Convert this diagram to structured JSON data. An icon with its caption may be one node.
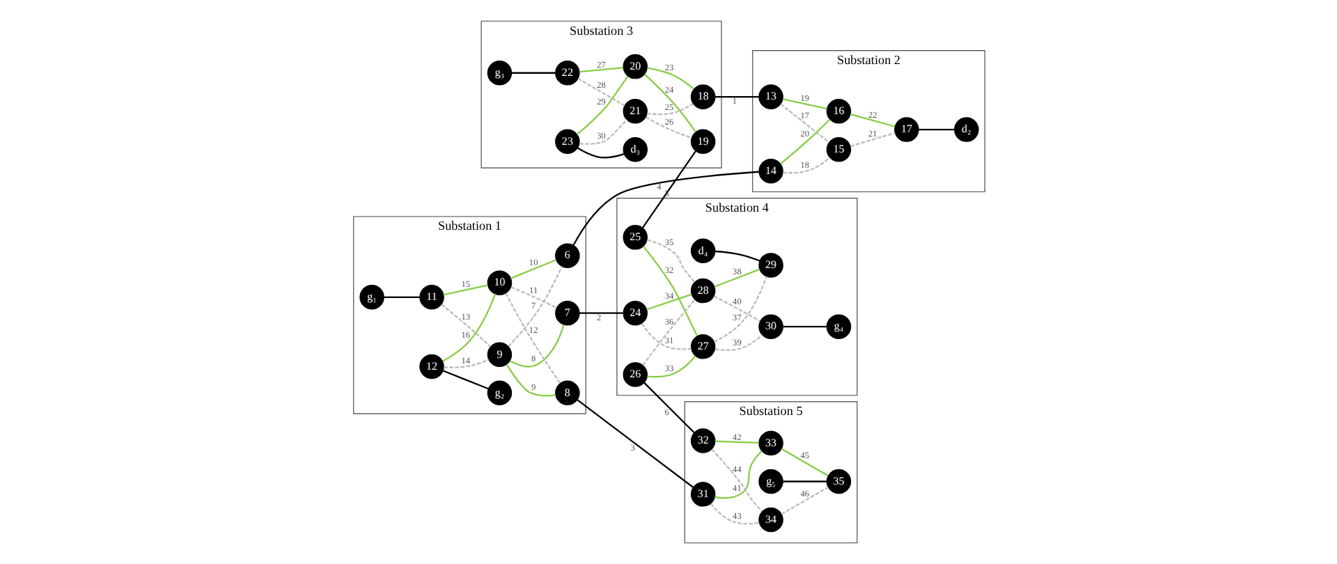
{
  "diagram": {
    "nodes": [
      {
        "text": [
          "Substation 1"
        ]
      },
      {
        "text": [
          "g₁"
        ],
        "in": 0
      },
      {
        "text": [
          "11"
        ],
        "in": 0
      },
      {
        "text": [
          "9"
        ],
        "in": 0
      },
      {
        "text": [
          "6"
        ],
        "in": 0
      },
      {
        "text": [
          "7"
        ],
        "in": 0
      },
      {
        "text": [
          "12"
        ],
        "in": 0
      },
      {
        "text": [
          "10"
        ],
        "in": 0
      },
      {
        "text": [
          "8"
        ],
        "in": 0
      },
      {
        "text": [
          "g₂"
        ],
        "in": 0
      },
      {
        "text": [
          "Substation 4"
        ]
      },
      {
        "text": [
          "24"
        ],
        "in": 10
      },
      {
        "text": [
          "d₄"
        ],
        "in": 10
      },
      {
        "text": [
          "27"
        ],
        "in": 10
      },
      {
        "text": [
          "29"
        ],
        "in": 10
      },
      {
        "text": [
          "25"
        ],
        "in": 10
      },
      {
        "text": [
          "28"
        ],
        "in": 10
      },
      {
        "text": [
          "30"
        ],
        "in": 10
      },
      {
        "text": [
          "26"
        ],
        "in": 10
      },
      {
        "text": [
          "g₄"
        ],
        "in": 10
      },
      {
        "text": [
          "Substation 2"
        ]
      },
      {
        "text": [
          "13"
        ],
        "in": 20
      },
      {
        "text": [
          "15"
        ],
        "in": 20
      },
      {
        "text": [
          "17"
        ],
        "in": 20
      },
      {
        "text": [
          "14"
        ],
        "in": 20
      },
      {
        "text": [
          "16"
        ],
        "in": 20
      },
      {
        "text": [
          "d₂"
        ],
        "in": 20
      },
      {
        "text": [
          "Substation 3"
        ]
      },
      {
        "text": [
          "g₃"
        ],
        "in": 27
      },
      {
        "text": [
          "22"
        ],
        "in": 27
      },
      {
        "text": [
          "20"
        ],
        "in": 27
      },
      {
        "text": [
          "18"
        ],
        "in": 27
      },
      {
        "text": [
          "23"
        ],
        "in": 27
      },
      {
        "text": [
          "21"
        ],
        "in": 27
      },
      {
        "text": [
          "19"
        ],
        "in": 27
      },
      {
        "text": [
          "d₃"
        ],
        "in": 27
      },
      {
        "text": [
          "Substation 5"
        ]
      },
      {
        "text": [
          "31"
        ],
        "in": 36
      },
      {
        "text": [
          "g₅"
        ],
        "in": 36
      },
      {
        "text": [
          "33"
        ],
        "in": 36
      },
      {
        "text": [
          "35"
        ],
        "in": 36
      },
      {
        "text": [
          "34"
        ],
        "in": 36
      },
      {
        "text": [
          "32"
        ],
        "in": 36
      }
    ],
    "edges": [
      {
        "from": 31,
        "to": 21,
        "arrow": "none",
        "label": "1",
        "color": "#000000"
      },
      {
        "from": 5,
        "to": 11,
        "arrow": "none",
        "label": "2",
        "color": "#000000"
      },
      {
        "from": 8,
        "to": 37,
        "arrow": "none",
        "label": "3",
        "color": "#000000"
      },
      {
        "from": 4,
        "to": 24,
        "arrow": "none",
        "label": "4",
        "color": "#000000"
      },
      {
        "from": 15,
        "to": 34,
        "arrow": "none",
        "label": "5",
        "color": "#000000"
      },
      {
        "from": 18,
        "to": 42,
        "arrow": "none",
        "label": "6",
        "color": "#000000"
      },
      {
        "from": 3,
        "to": 4,
        "arrow": "none",
        "label": "7",
        "style": "dashed",
        "color": "#bbbbbb"
      },
      {
        "from": 3,
        "to": 5,
        "arrow": "none",
        "label": "8",
        "color": "#88cc44"
      },
      {
        "from": 3,
        "to": 8,
        "arrow": "none",
        "label": "9",
        "color": "#88cc44"
      },
      {
        "from": 7,
        "to": 4,
        "arrow": "none",
        "label": "10",
        "color": "#88cc44"
      },
      {
        "from": 7,
        "to": 5,
        "arrow": "none",
        "label": "11",
        "style": "dashed",
        "color": "#bbbbbb"
      },
      {
        "from": 7,
        "to": 8,
        "arrow": "none",
        "label": "12",
        "style": "dashed",
        "color": "#bbbbbb"
      },
      {
        "from": 2,
        "to": 3,
        "arrow": "none",
        "label": "13",
        "style": "dashed",
        "color": "#bbbbbb"
      },
      {
        "from": 6,
        "to": 3,
        "arrow": "none",
        "label": "14",
        "style": "dashed",
        "color": "#bbbbbb"
      },
      {
        "from": 2,
        "to": 7,
        "arrow": "none",
        "label": "15",
        "color": "#88cc44"
      },
      {
        "from": 6,
        "to": 7,
        "arrow": "none",
        "label": "16",
        "color": "#88cc44"
      },
      {
        "from": 21,
        "to": 22,
        "arrow": "none",
        "label": "17",
        "style": "dashed",
        "color": "#bbbbbb"
      },
      {
        "from": 24,
        "to": 22,
        "arrow": "none",
        "label": "18",
        "style": "dashed",
        "color": "#bbbbbb"
      },
      {
        "from": 21,
        "to": 25,
        "arrow": "none",
        "label": "19",
        "color": "#88cc44"
      },
      {
        "from": 24,
        "to": 25,
        "arrow": "none",
        "label": "20",
        "color": "#88cc44"
      },
      {
        "from": 22,
        "to": 23,
        "arrow": "none",
        "label": "21",
        "style": "dashed",
        "color": "#bbbbbb"
      },
      {
        "from": 25,
        "to": 23,
        "arrow": "none",
        "label": "22",
        "color": "#88cc44"
      },
      {
        "from": 30,
        "to": 31,
        "arrow": "none",
        "label": "23",
        "color": "#88cc44"
      },
      {
        "from": 30,
        "to": 34,
        "arrow": "none",
        "label": "24",
        "color": "#88cc44"
      },
      {
        "from": 33,
        "to": 31,
        "arrow": "none",
        "label": "25",
        "style": "dashed",
        "color": "#bbbbbb"
      },
      {
        "from": 33,
        "to": 34,
        "arrow": "none",
        "label": "26",
        "style": "dashed",
        "color": "#bbbbbb"
      },
      {
        "from": 29,
        "to": 30,
        "arrow": "none",
        "label": "27",
        "color": "#88cc44"
      },
      {
        "from": 29,
        "to": 33,
        "arrow": "none",
        "label": "28",
        "style": "dashed",
        "color": "#bbbbbb"
      },
      {
        "from": 32,
        "to": 30,
        "arrow": "none",
        "label": "29",
        "color": "#88cc44"
      },
      {
        "from": 32,
        "to": 33,
        "arrow": "none",
        "label": "30",
        "style": "dashed",
        "color": "#bbbbbb"
      },
      {
        "from": 11,
        "to": 13,
        "arrow": "none",
        "label": "31",
        "style": "dashed",
        "color": "#bbbbbb"
      },
      {
        "from": 15,
        "to": 13,
        "arrow": "none",
        "label": "32",
        "color": "#88cc44"
      },
      {
        "from": 18,
        "to": 13,
        "arrow": "none",
        "label": "33",
        "color": "#88cc44"
      },
      {
        "from": 11,
        "to": 16,
        "arrow": "none",
        "label": "34",
        "color": "#88cc44"
      },
      {
        "from": 15,
        "to": 16,
        "arrow": "none",
        "label": "35",
        "style": "dashed",
        "color": "#bbbbbb"
      },
      {
        "from": 18,
        "to": 16,
        "arrow": "none",
        "label": "36",
        "style": "dashed",
        "color": "#bbbbbb"
      },
      {
        "from": 13,
        "to": 14,
        "arrow": "none",
        "label": "37",
        "style": "dashed",
        "color": "#bbbbbb"
      },
      {
        "from": 16,
        "to": 14,
        "arrow": "none",
        "label": "38",
        "color": "#88cc44"
      },
      {
        "from": 13,
        "to": 17,
        "arrow": "none",
        "label": "39",
        "style": "dashed",
        "color": "#bbbbbb"
      },
      {
        "from": 16,
        "to": 17,
        "arrow": "none",
        "label": "40",
        "style": "dashed",
        "color": "#bbbbbb"
      },
      {
        "from": 37,
        "to": 39,
        "arrow": "none",
        "label": "41",
        "color": "#88cc44"
      },
      {
        "from": 42,
        "to": 39,
        "arrow": "none",
        "label": "42",
        "color": "#88cc44"
      },
      {
        "from": 37,
        "to": 41,
        "arrow": "none",
        "label": "43",
        "style": "dashed",
        "color": "#bbbbbb"
      },
      {
        "from": 42,
        "to": 41,
        "arrow": "none",
        "label": "44",
        "style": "dashed",
        "color": "#bbbbbb"
      },
      {
        "from": 39,
        "to": 40,
        "arrow": "none",
        "label": "45",
        "color": "#88cc44"
      },
      {
        "from": 41,
        "to": 40,
        "arrow": "none",
        "label": "46",
        "style": "dashed",
        "color": "#bbbbbb"
      },
      {
        "from": 1,
        "to": 2,
        "arrow": "none",
        "color": "#000000"
      },
      {
        "from": 6,
        "to": 9,
        "arrow": "none",
        "color": "#000000"
      },
      {
        "from": 12,
        "to": 14,
        "arrow": "none",
        "color": "#000000"
      },
      {
        "from": 17,
        "to": 19,
        "arrow": "none",
        "color": "#000000"
      },
      {
        "from": 23,
        "to": 26,
        "arrow": "none",
        "color": "#000000"
      },
      {
        "from": 28,
        "to": 29,
        "arrow": "none",
        "color": "#000000"
      },
      {
        "from": 32,
        "to": 35,
        "arrow": "none",
        "color": "#000000"
      },
      {
        "from": 38,
        "to": 40,
        "arrow": "none",
        "color": "#000000"
      }
    ]
  }
}
